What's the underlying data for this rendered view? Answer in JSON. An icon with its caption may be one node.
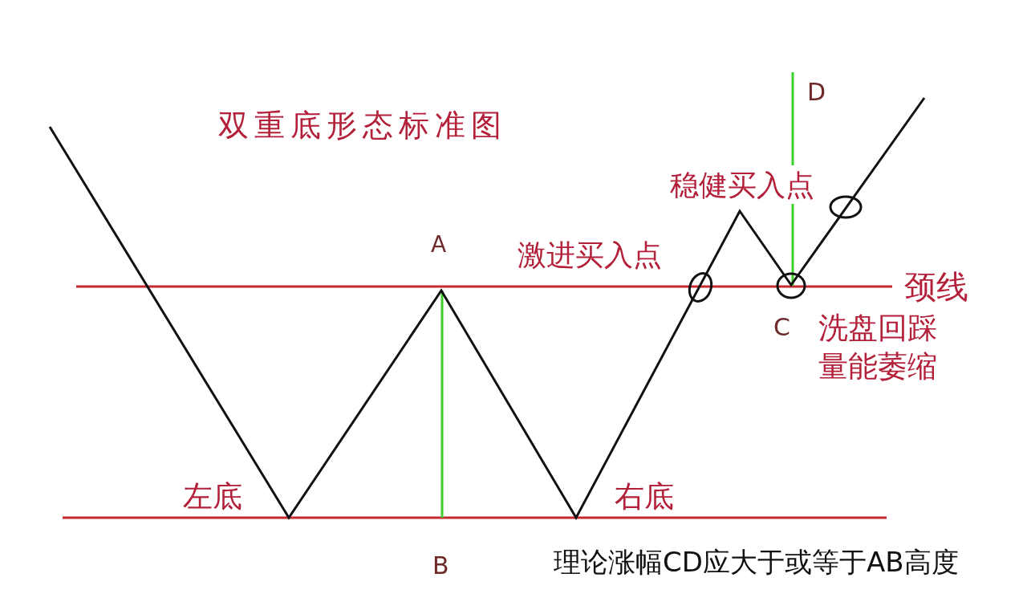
{
  "diagram": {
    "title": "双重底形态标准图",
    "labels": [
      "D",
      "稳健买入点",
      "A",
      "激进买入点",
      "颈线",
      "C",
      "洗盘回踩",
      "量能萎缩",
      "左底",
      "右底",
      "B",
      "理论涨幅CD应大于或等于AB高度"
    ]
  }
}
